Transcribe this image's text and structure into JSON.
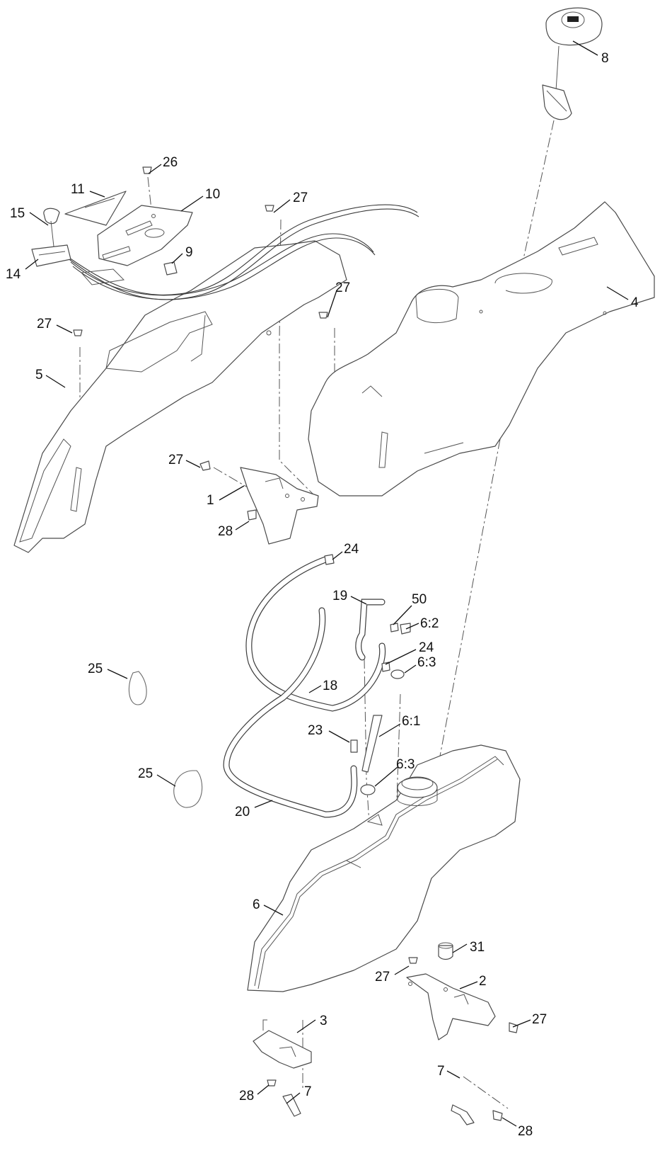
{
  "callouts": [
    {
      "id": "c8",
      "label": "8"
    },
    {
      "id": "c26",
      "label": "26"
    },
    {
      "id": "c11",
      "label": "11"
    },
    {
      "id": "c10",
      "label": "10"
    },
    {
      "id": "c15",
      "label": "15"
    },
    {
      "id": "c27a",
      "label": "27"
    },
    {
      "id": "c9",
      "label": "9"
    },
    {
      "id": "c14",
      "label": "14"
    },
    {
      "id": "c27b",
      "label": "27"
    },
    {
      "id": "c4",
      "label": "4"
    },
    {
      "id": "c27c",
      "label": "27"
    },
    {
      "id": "c5",
      "label": "5"
    },
    {
      "id": "c27d",
      "label": "27"
    },
    {
      "id": "c1",
      "label": "1"
    },
    {
      "id": "c28a",
      "label": "28"
    },
    {
      "id": "c24a",
      "label": "24"
    },
    {
      "id": "c19",
      "label": "19"
    },
    {
      "id": "c50",
      "label": "50"
    },
    {
      "id": "c6_2",
      "label": "6:2"
    },
    {
      "id": "c24b",
      "label": "24"
    },
    {
      "id": "c6_3a",
      "label": "6:3"
    },
    {
      "id": "c25a",
      "label": "25"
    },
    {
      "id": "c18",
      "label": "18"
    },
    {
      "id": "c6_1",
      "label": "6:1"
    },
    {
      "id": "c23",
      "label": "23"
    },
    {
      "id": "c6_3b",
      "label": "6:3"
    },
    {
      "id": "c25b",
      "label": "25"
    },
    {
      "id": "c20",
      "label": "20"
    },
    {
      "id": "c6",
      "label": "6"
    },
    {
      "id": "c31",
      "label": "31"
    },
    {
      "id": "c27e",
      "label": "27"
    },
    {
      "id": "c2",
      "label": "2"
    },
    {
      "id": "c3",
      "label": "3"
    },
    {
      "id": "c27f",
      "label": "27"
    },
    {
      "id": "c28b",
      "label": "28"
    },
    {
      "id": "c7a",
      "label": "7"
    },
    {
      "id": "c7b",
      "label": "7"
    },
    {
      "id": "c28c",
      "label": "28"
    }
  ]
}
